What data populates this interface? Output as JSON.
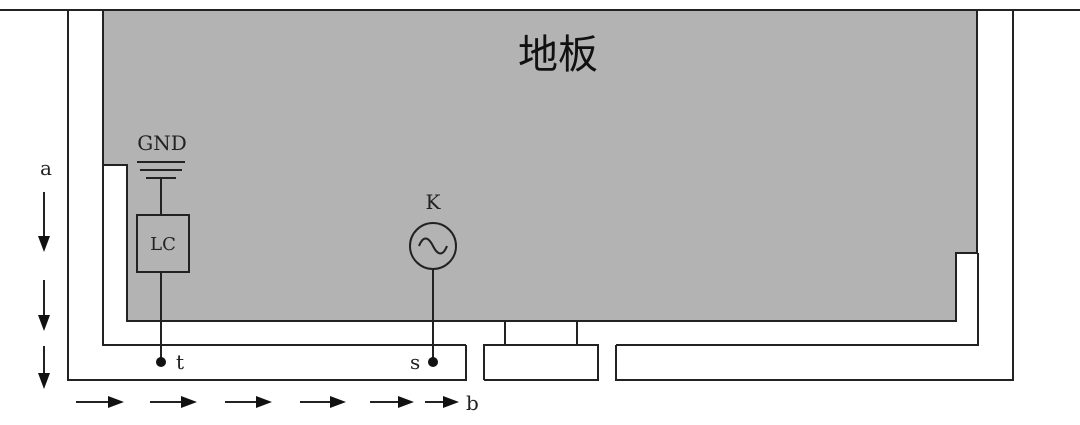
{
  "title": "地板",
  "labels": {
    "gnd": "GND",
    "lc": "LC",
    "k": "K",
    "t": "t",
    "s": "s",
    "a": "a",
    "b": "b"
  },
  "colors": {
    "floor": "#b3b3b3",
    "line": "#222222",
    "background": "#ffffff"
  },
  "icons": {
    "ground": "ground-symbol-icon",
    "source": "ac-source-icon",
    "arrow_down": "arrow-down-icon",
    "arrow_right": "arrow-right-icon"
  }
}
